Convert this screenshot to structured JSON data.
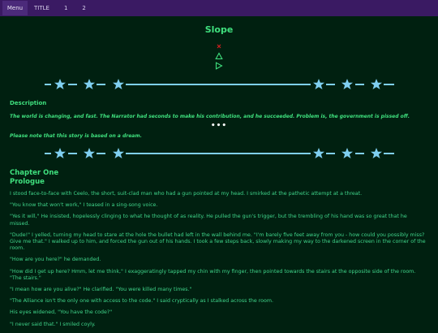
{
  "topbar": {
    "menu_label": "Menu",
    "nav_items": [
      "TITLE",
      "1",
      "2"
    ]
  },
  "story": {
    "title": "Slope",
    "description_heading": "Description",
    "description": "The world is changing, and fast. The Narrator had seconds to make his contribution, and he succeeded. Problem is, the government is pissed off.",
    "separator": "•••",
    "note": "Please note that this story is based on a dream.",
    "chapter_title": "Chapter One",
    "chapter_subtitle": "Prologue",
    "paragraphs": [
      "I stood face-to-face with Ceelo, the short, suit-clad man who had a gun pointed at my head. I smirked at the pathetic attempt at a threat.",
      "\"You know that won't work,\" I teased in a sing-song voice.",
      "\"Yes it will,\" He insisted, hopelessly clinging to what he thought of as reality. He pulled the gun's trigger, but the trembling of his hand was so great that he missed.",
      "\"Dude!\" I yelled, turning my head to stare at the hole the bullet had left in the wall behind me. \"I'm barely five feet away from you - how could you possibly miss? Give me that.\" I walked up to him, and forced the gun out of his hands. I took a few steps back, slowly making my way to the darkened screen in the corner of the room.",
      "\"How are you here?\" he demanded.",
      "\"How did I get up here? Hmm, let me think,\" I exaggeratingly tapped my chin with my finger, then pointed towards the stairs at the opposite side of the room. \"The stairs.\"",
      "\"I mean how are you alive?\" He clarified. \"You were killed many times.\"",
      "\"The Alliance isn't the only one with access to the code.\" I said cryptically as I stalked across the room.",
      "His eyes widened, \"You have the code?\"",
      "\"I never said that.\" I smiled coyly."
    ]
  },
  "controls": {
    "close_icon": "x-icon",
    "up_icon": "triangle-up-icon",
    "play_icon": "triangle-right-icon",
    "close_color": "#d02020",
    "up_color": "#3fe07e",
    "play_color": "#3fe07e"
  },
  "colors": {
    "background": "#002010",
    "topbar": "#3a1a63",
    "text": "#3fd48a",
    "divider": "#7fcff0"
  }
}
